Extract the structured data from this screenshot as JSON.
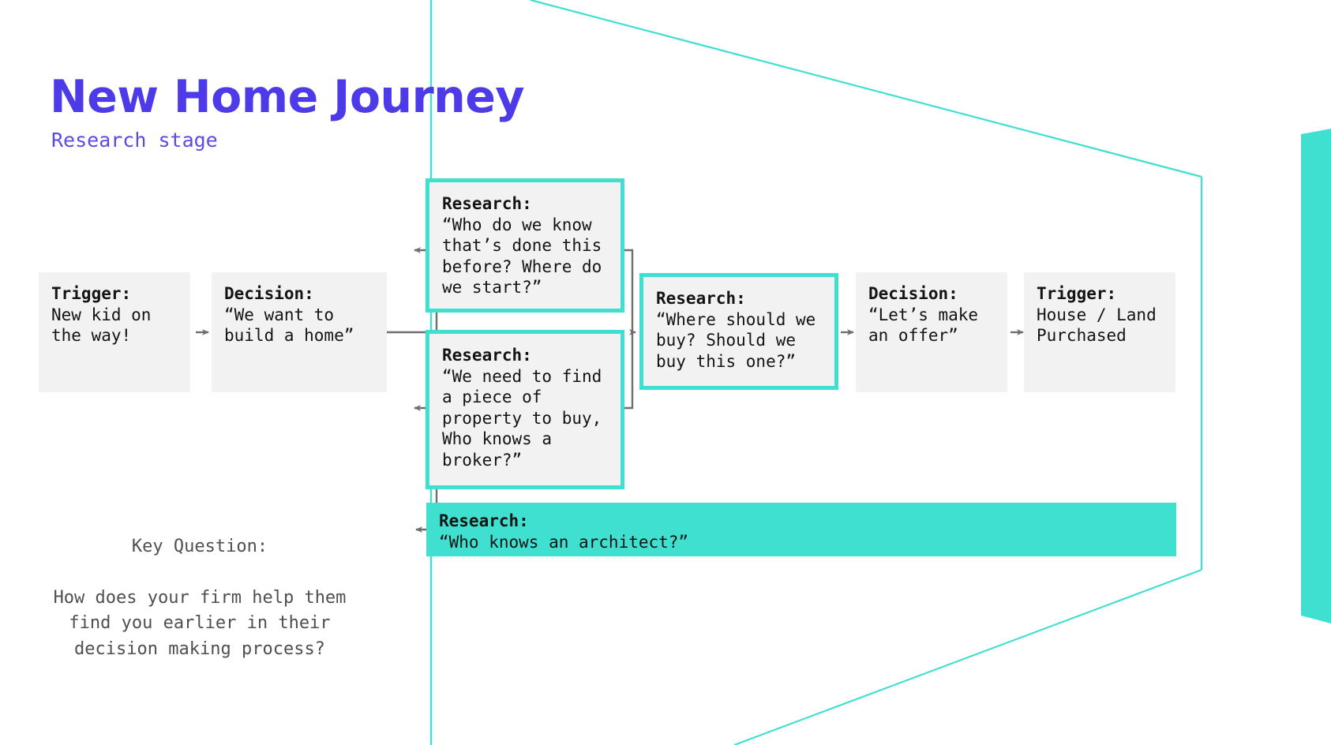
{
  "header": {
    "title": "New Home Journey",
    "subtitle": "Research stage"
  },
  "colors": {
    "accent_purple": "#4d3ae8",
    "accent_teal": "#3fe0d0",
    "box_fill": "#f2f2f2",
    "connector": "#6e6e6e",
    "text": "#141414",
    "muted_text": "#4f4f4f"
  },
  "flow": {
    "nodes": [
      {
        "id": "trigger-start",
        "label": "Trigger:",
        "text": "New kid on\nthe way!",
        "style": "plain"
      },
      {
        "id": "decision-build",
        "label": "Decision:",
        "text": "“We want to\nbuild a home”",
        "style": "plain"
      },
      {
        "id": "research-who-done-this",
        "label": "Research:",
        "text": "“Who do we know\nthat’s done this\nbefore? Where do\nwe start?”",
        "style": "highlighted"
      },
      {
        "id": "research-find-property",
        "label": "Research:",
        "text": "“We need to find\na piece of\nproperty to buy,\nWho knows a\nbroker?”",
        "style": "highlighted"
      },
      {
        "id": "research-architect",
        "label": "Research:",
        "text": "“Who knows an architect?”",
        "style": "banner"
      },
      {
        "id": "research-where-buy",
        "label": "Research:",
        "text": "“Where should we\nbuy? Should we\nbuy this one?”",
        "style": "highlighted"
      },
      {
        "id": "decision-offer",
        "label": "Decision:",
        "text": "“Let’s make\nan offer”",
        "style": "plain"
      },
      {
        "id": "trigger-purchased",
        "label": "Trigger:",
        "text": "House / Land\nPurchased",
        "style": "plain"
      }
    ]
  },
  "key_question": {
    "heading": "Key Question:",
    "text": "How does your firm help them\nfind you earlier in their\ndecision making process?"
  }
}
